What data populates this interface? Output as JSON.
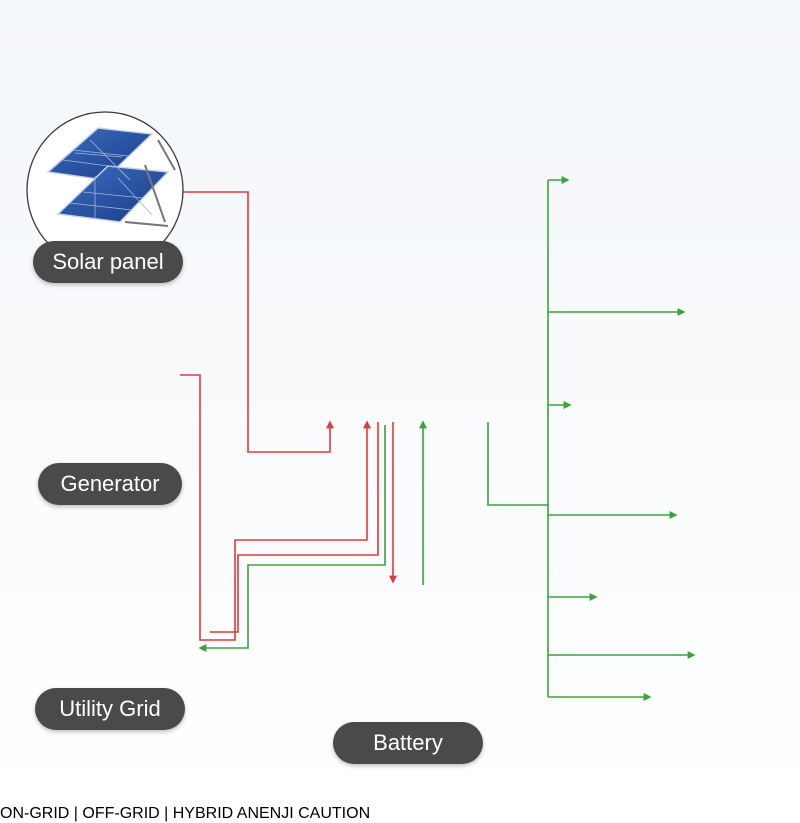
{
  "sources": [
    {
      "id": "solar",
      "label": "Solar panel",
      "icon": "solar-panel-icon"
    },
    {
      "id": "generator",
      "label": "Generator",
      "icon": "generator-icon"
    },
    {
      "id": "grid",
      "label": "Utility Grid",
      "icon": "transmission-tower-icon"
    }
  ],
  "inverter": {
    "brand": "ANENJI",
    "mode_text": "ON-GRID | OFF-GRID | HYBRID",
    "caution_text": "CAUTION"
  },
  "battery": {
    "label": "Battery",
    "icons": [
      "battery-discharging-icon",
      "battery-charged-icon"
    ]
  },
  "loads": [
    {
      "id": "refrigerator",
      "icon": "refrigerator-icon"
    },
    {
      "id": "vacuum",
      "icon": "vacuum-cleaner-icon"
    },
    {
      "id": "air-fryer",
      "icon": "air-fryer-icon"
    },
    {
      "id": "laptop",
      "icon": "laptop-icon"
    },
    {
      "id": "washer",
      "icon": "washing-machine-icon"
    },
    {
      "id": "phone",
      "icon": "smartphone-icon"
    },
    {
      "id": "bulb",
      "icon": "light-bulb-icon"
    }
  ],
  "colors": {
    "input_line": "#e23a3a",
    "output_line": "#3aa53a",
    "label_bg": "#4a4a4a",
    "accent_yellow": "#f5d21c"
  }
}
